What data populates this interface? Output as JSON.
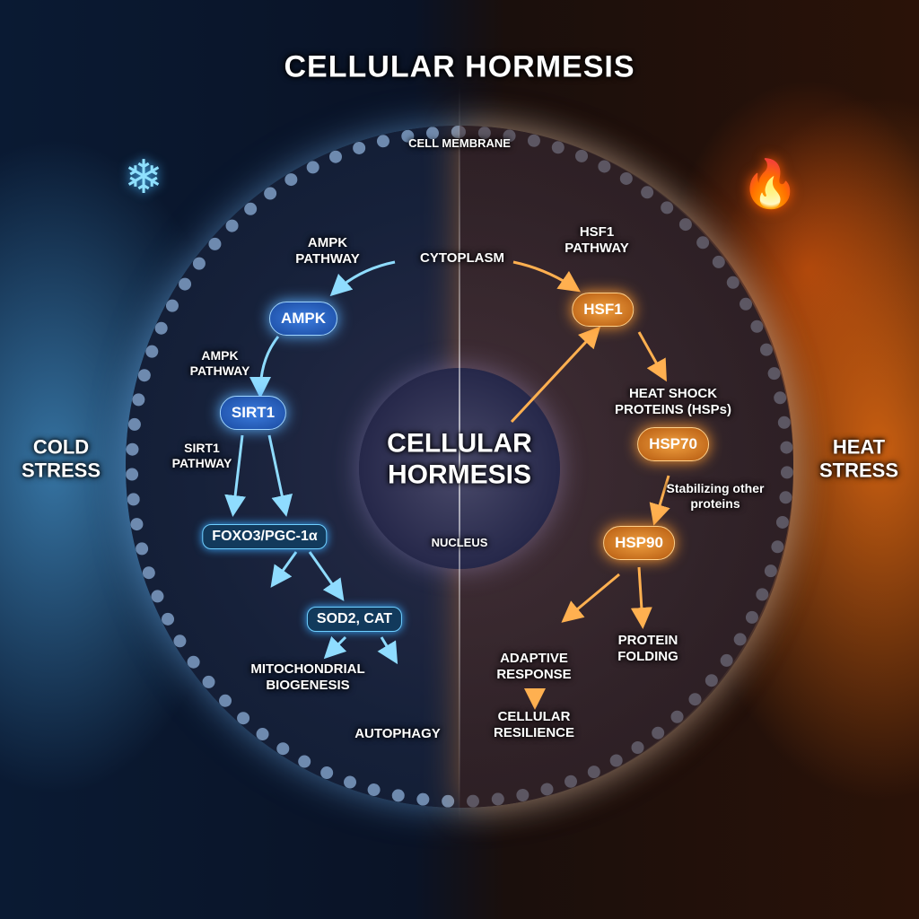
{
  "title": "CELLULAR HORMESIS",
  "center_title": "CELLULAR HORMESIS",
  "cold": {
    "label": "COLD STRESS",
    "icon": "snowflake-icon"
  },
  "heat": {
    "label": "HEAT STRESS",
    "icon": "flame-icon"
  },
  "regions": {
    "membrane": "CELL MEMBRANE",
    "cytoplasm": "CYTOPLASM",
    "nucleus": "NUCLEUS"
  },
  "left": {
    "ampk_pathway_top": "AMPK PATHWAY",
    "ampk_node": "AMPK",
    "ampk_pathway": "AMPK PATHWAY",
    "sirt1_node": "SIRT1",
    "sirt1_pathway": "SIRT1 PATHWAY",
    "foxo_node": "FOXO3/PGC-1α",
    "sod_node": "SOD2, CAT",
    "mito": "MITOCHONDRIAL BIOGENESIS",
    "autophagy": "AUTOPHAGY"
  },
  "right": {
    "hsf1_pathway": "HSF1 PATHWAY",
    "hsf1_node": "HSF1",
    "hsps": "HEAT SHOCK PROTEINS (HSPs)",
    "hsp70_node": "HSP70",
    "stabilizing": "Stabilizing other proteins",
    "hsp90_node": "HSP90",
    "folding": "PROTEIN FOLDING",
    "adaptive": "ADAPTIVE RESPONSE",
    "resilience": "CELLULAR RESILIENCE"
  },
  "colors": {
    "cold": "#5ab0ff",
    "heat": "#ff9a30"
  }
}
